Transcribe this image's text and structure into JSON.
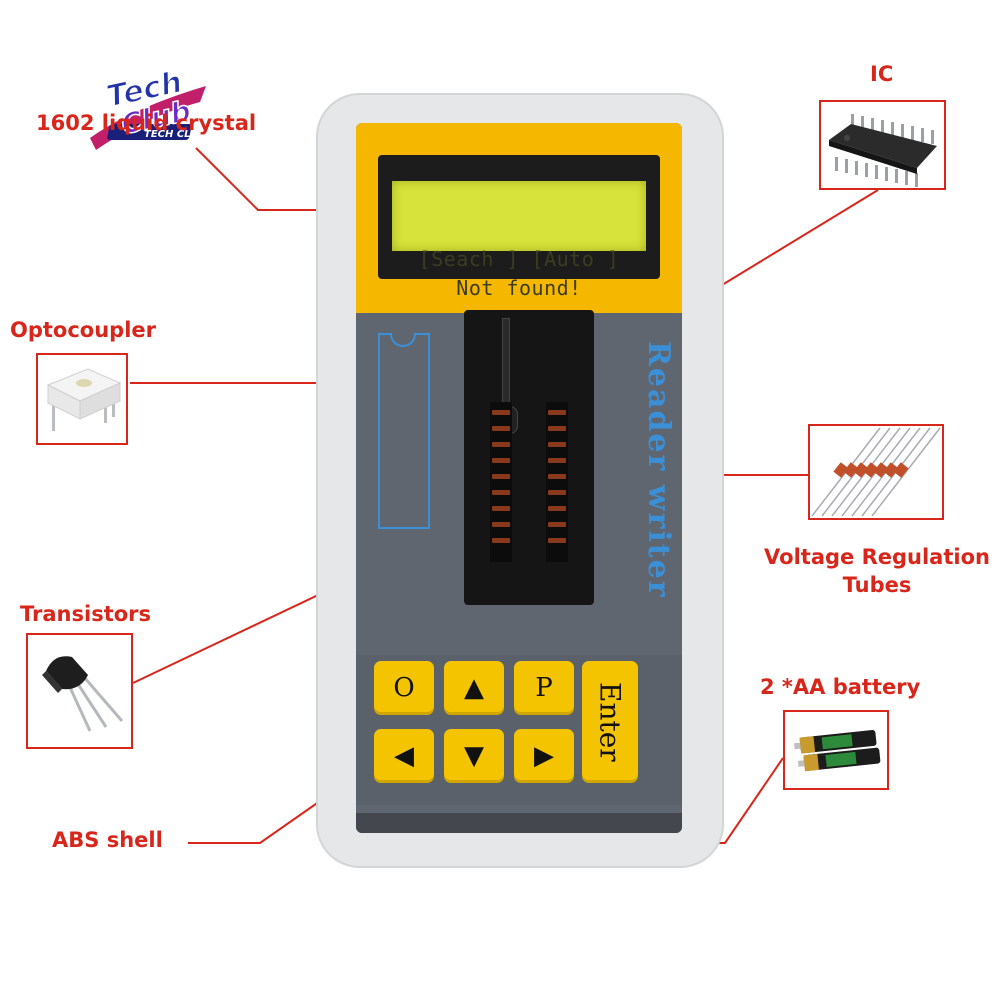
{
  "logo": {
    "word_top": "Tech",
    "word_bottom": "Club",
    "tagline": "TECH CLUB"
  },
  "labels": {
    "lcd": "1602 liquid crystal",
    "ic": "IC",
    "optocoupler": "Optocoupler",
    "zener_line1": "Voltage Regulation",
    "zener_line2": "Tubes",
    "transistors": "Transistors",
    "battery": "2 *AA battery",
    "abs_shell": "ABS shell"
  },
  "device": {
    "lcd_line1": "[Seach ] [Auto ]",
    "lcd_line2": "Not found!",
    "brand": "Reader writer",
    "keys": {
      "o": "O",
      "up": "▲",
      "p": "P",
      "left": "◀",
      "down": "▼",
      "right": "▶",
      "enter": "Enter"
    }
  },
  "colors": {
    "annotation": "#d8261b",
    "body_yellow": "#f5b700",
    "key_yellow": "#f5c400",
    "panel_gray": "#5f6670",
    "lcd_green": "#d7e33a",
    "brand_blue": "#3a8fd6"
  }
}
